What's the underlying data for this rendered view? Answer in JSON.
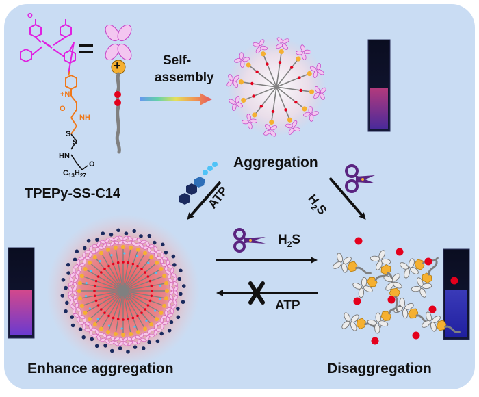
{
  "title_molecule": "TPEPy-SS-C14",
  "chem": {
    "n_plus": "+N",
    "nh1": "NH",
    "s1": "S",
    "s2": "S",
    "hn": "HN",
    "o1": "O",
    "o2": "O",
    "o3": "O",
    "c_base": "C",
    "c_sub1": "13",
    "h_base": "H",
    "h_sub": "27"
  },
  "equals_sign": "=",
  "self_assembly_line1": "Self-",
  "self_assembly_line2": "assembly",
  "plus_sign": "+",
  "label_aggregation": "Aggregation",
  "label_enhance": "Enhance aggregation",
  "label_disaggregation": "Disaggregation",
  "label_atp_diag": "ATP",
  "label_h2s_diag_h": "H",
  "label_h2s_diag_sub": "2",
  "label_h2s_diag_s": "S",
  "label_h2s_top_h": "H",
  "label_h2s_top_sub": "2",
  "label_h2s_top_s": "S",
  "label_atp_bottom": "ATP",
  "colors": {
    "panel_bg": "#c9dcf3",
    "tpe_magenta": "#e020e0",
    "orange_chain": "#f07818",
    "chain_gray": "#808080",
    "pyridinium_gold": "#f5b031",
    "disulfide_red": "#e4001c",
    "scissors_purple": "#5a2480",
    "cross_black": "#111111",
    "atp_blue": "#2e6fb8",
    "atp_light": "#4fc3f7",
    "dark_navy": "#1a2a5e"
  }
}
